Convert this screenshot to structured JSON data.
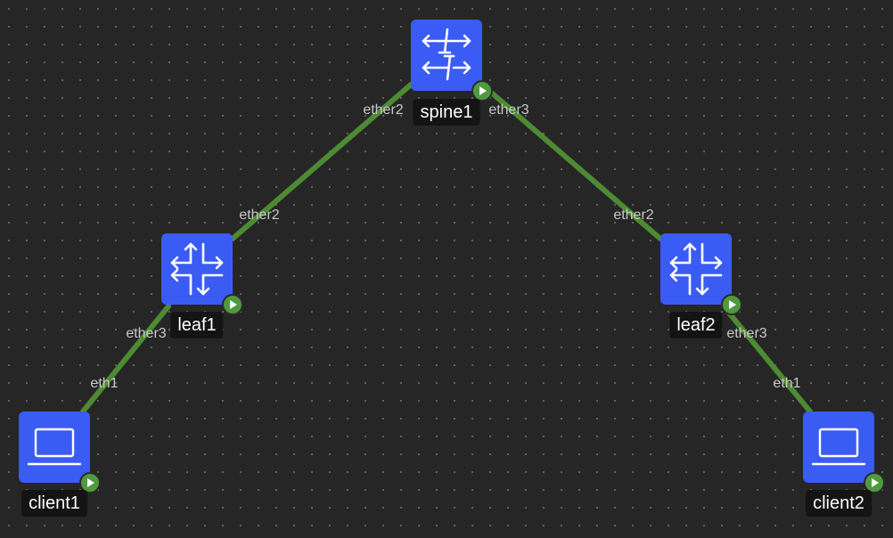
{
  "nodes": {
    "spine1": {
      "label": "spine1",
      "icon": "switch-icon",
      "status": "running"
    },
    "leaf1": {
      "label": "leaf1",
      "icon": "router-icon",
      "status": "running"
    },
    "leaf2": {
      "label": "leaf2",
      "icon": "router-icon",
      "status": "running"
    },
    "client1": {
      "label": "client1",
      "icon": "laptop-icon",
      "status": "running"
    },
    "client2": {
      "label": "client2",
      "icon": "laptop-icon",
      "status": "running"
    }
  },
  "links": [
    {
      "a": "spine1",
      "a_port": "ether2",
      "b": "leaf1",
      "b_port": "ether2"
    },
    {
      "a": "spine1",
      "a_port": "ether3",
      "b": "leaf2",
      "b_port": "ether2"
    },
    {
      "a": "leaf1",
      "a_port": "ether3",
      "b": "client1",
      "b_port": "eth1"
    },
    {
      "a": "leaf2",
      "a_port": "ether3",
      "b": "client2",
      "b_port": "eth1"
    }
  ],
  "colors": {
    "background": "#262626",
    "node": "#3a5cf5",
    "link": "#4e8a34",
    "status": "#4f9a3f",
    "label_bg": "#141414"
  }
}
